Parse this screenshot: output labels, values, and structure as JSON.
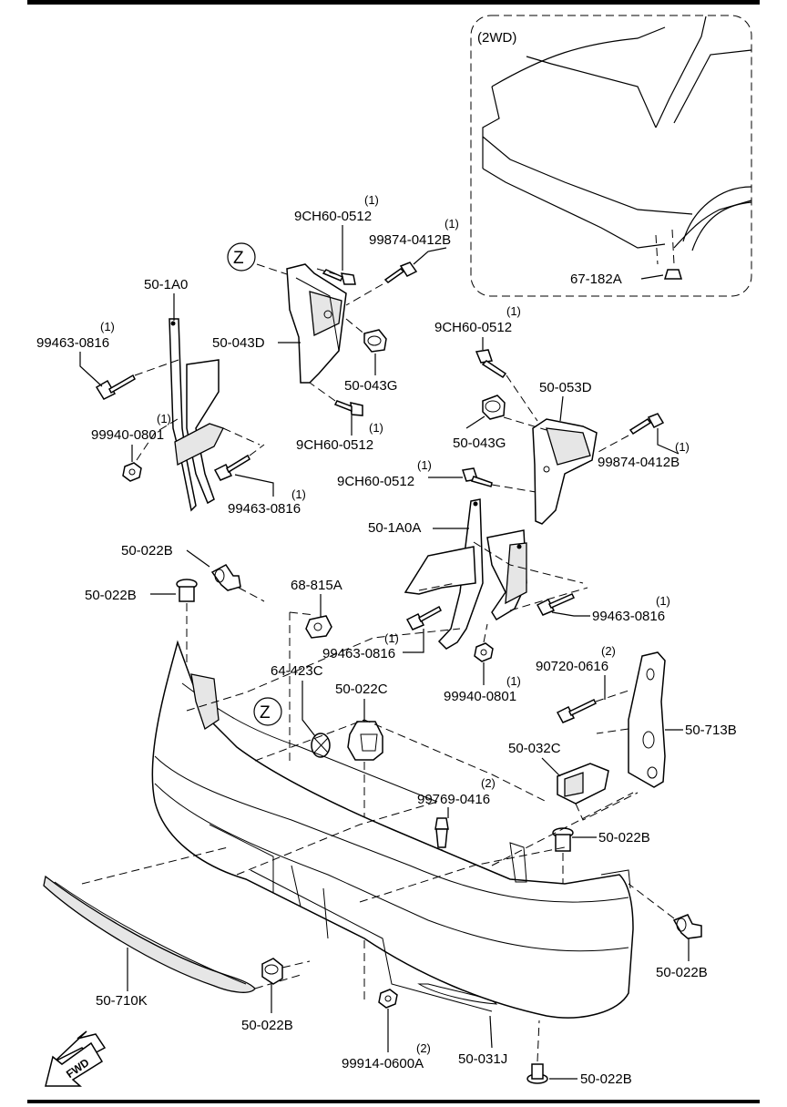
{
  "inset": {
    "title": "(2WD)",
    "part": "67-182A"
  },
  "z_marker": "Z",
  "fwd_label": "FWD",
  "labels": {
    "p50_1A0": "50-1A0",
    "p99463_0816_top": "99463-0816",
    "q_99463_top": "(1)",
    "p99940_0801_left": "99940-0801",
    "q_99940_left": "(1)",
    "p99463_0816_left_low": "99463-0816",
    "q_99463_left_low": "(1)",
    "p9CH60_0512_top": "9CH60-0512",
    "q_9CH60_top": "(1)",
    "p99874_0412B_top": "99874-0412B",
    "q_99874_top": "(1)",
    "p50_043D": "50-043D",
    "p50_043G_top": "50-043G",
    "p9CH60_0512_mid": "9CH60-0512",
    "q_9CH60_mid": "(1)",
    "p9CH60_0512_right": "9CH60-0512",
    "q_9CH60_right": "(1)",
    "p50_053D": "50-053D",
    "p50_043G_mid": "50-043G",
    "p99874_0412B_right": "99874-0412B",
    "q_99874_right": "(1)",
    "p9CH60_0512_low": "9CH60-0512",
    "q_9CH60_low": "(1)",
    "p50_1A0A": "50-1A0A",
    "p99463_0816_right": "99463-0816",
    "q_99463_right": "(1)",
    "p99463_0816_mid": "99463-0816",
    "q_99463_mid": "(1)",
    "p99940_0801_right": "99940-0801",
    "q_99940_right": "(1)",
    "p50_022B_1": "50-022B",
    "p50_022B_2": "50-022B",
    "p68_815A": "68-815A",
    "p64_423C": "64-423C",
    "p50_022C": "50-022C",
    "p90720_0616": "90720-0616",
    "q_90720": "(2)",
    "p50_713B": "50-713B",
    "p50_032C": "50-032C",
    "p99769_0416": "99769-0416",
    "q_99769": "(2)",
    "p50_022B_3": "50-022B",
    "p50_022B_4": "50-022B",
    "p50_710K": "50-710K",
    "p50_022B_5": "50-022B",
    "p99914_0600A": "99914-0600A",
    "q_99914": "(2)",
    "p50_031J": "50-031J",
    "p50_022B_6": "50-022B"
  }
}
